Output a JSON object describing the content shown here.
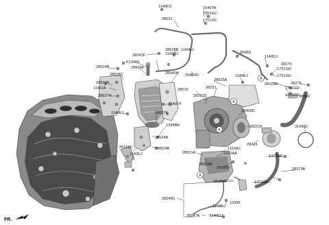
{
  "colors": {
    "engine_dark": "#3a3a3a",
    "engine_mid": "#7a7a7a",
    "engine_light": "#bdbdbd",
    "part_light": "#d8d8d8",
    "hose": "#8c8c8c",
    "line": "#333333"
  },
  "labels": {
    "l_1140fd": "1140FD",
    "l_1540ta": "1540TA",
    "l_1751gc_a": "1751GC",
    "l_1751gc_b": "1751GC",
    "l_28631": "28631",
    "l_28241f": "28241F",
    "l_28528b": "28528B",
    "l_1140dj_a": "1140DJ",
    "l_1140ej_a": "1140EJ",
    "l_k13465": "K13465",
    "l_28500k": "28500K",
    "l_28524b_a": "28524B",
    "l_28540a": "28540A",
    "l_28528c": "28528C",
    "l_28529a": "28529A",
    "l_1140ja": "1140JA",
    "l_28527h": "28527H",
    "l_1140ej_b": "1140EJ",
    "l_25460o": "25460O",
    "l_0k883": "0K883",
    "l_1140dj_b": "1140DJ",
    "l_28275_a": "28275",
    "l_1751gd_a": "1751GD",
    "l_1140ej_c": "1140EJ",
    "l_28525a": "28525A",
    "l_1751gd_b": "1751GD",
    "l_28165d": "28165D",
    "l_28275_b": "28275",
    "l_1751gd_c": "1751GD",
    "l_1751gd_d": "1751GD",
    "l_0k882": "0K882",
    "l_28231": "28231",
    "l_28515": "28515",
    "l_28231d": "28231D",
    "l_39400d": "39400D",
    "l_28231f": "28231F",
    "l_1140ff": "1140FF",
    "l_28527k": "28527K",
    "l_1338bb": "1338BB",
    "l_28524b_b": "28524B",
    "l_31430c": "31430C",
    "l_28524b_c": "28524B",
    "l_28243": "28243",
    "l_28521a": "28521A",
    "l_1153ac": "1153AC",
    "l_1022aa": "1022AA",
    "l_28165c": "28165C",
    "l_1140ej_d": "1140EJ",
    "l_28526b": "28526B",
    "l_28165d_b": "28165D",
    "l_1472ar_a": "1472AR",
    "l_28373b": "28373B",
    "l_1472ar_b": "1472AR",
    "l_28246c": "28246C",
    "l_28240c": "28240C",
    "l_1140dj_c": "1140DJ",
    "l_13396": "13396",
    "l_28247a": "28247A",
    "l_1140dj_d": "1140DJ",
    "fr": "FR."
  },
  "circles": {
    "a1": "A",
    "a2": "A",
    "b1": "B",
    "b2": "B"
  }
}
